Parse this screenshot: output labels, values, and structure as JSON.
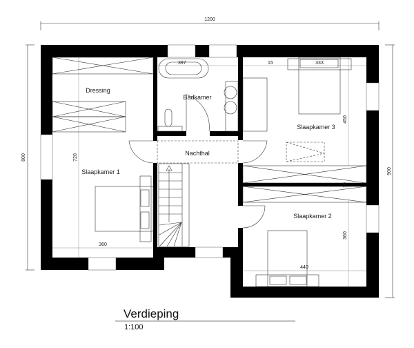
{
  "plan": {
    "title": "Verdieping",
    "scale": "1:100",
    "rooms": {
      "dressing": "Dressing",
      "badkamer": "Badkamer",
      "nachthal": "Nachthal",
      "slaapkamer1": "Slaapkamer 1",
      "slaapkamer2": "Slaapkamer 2",
      "slaapkamer3": "Slaapkamer 3"
    },
    "dimensions": {
      "overall_width": "1200",
      "left_height": "800",
      "right_height": "900",
      "bath_width": "397",
      "wall_15": "15",
      "sk3_width": "333",
      "sk3_depth": "450",
      "sk1_depth": "720",
      "sk1_width": "360",
      "sk2_width": "440",
      "sk2_depth": "360",
      "wall_10": "10"
    }
  }
}
